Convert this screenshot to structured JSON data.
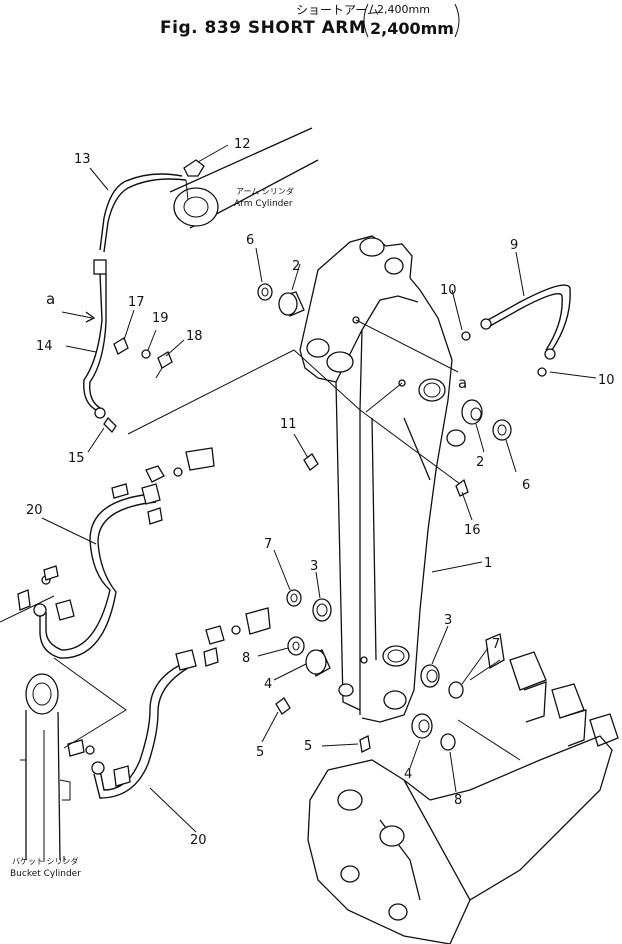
{
  "title": {
    "jp": "ショートアーム",
    "figure": "Fig. 839 SHORT ARM",
    "spec_small": "2,400mm",
    "spec": "2,400mm"
  },
  "captions": {
    "arm_cylinder_jp": "アーム シリンダ",
    "arm_cylinder": "Arm Cylinder",
    "bucket_cylinder_jp": "バケット シリンダ",
    "bucket_cylinder": "Bucket Cylinder"
  },
  "callouts": {
    "p1": "1",
    "p2a": "2",
    "p2b": "2",
    "p3a": "3",
    "p3b": "3",
    "p4a": "4",
    "p4b": "4",
    "p5a": "5",
    "p5b": "5",
    "p6a": "6",
    "p6b": "6",
    "p7a": "7",
    "p7b": "7",
    "p8a": "8",
    "p8b": "8",
    "p9": "9",
    "p10a": "10",
    "p10b": "10",
    "p11": "11",
    "p12": "12",
    "p13": "13",
    "p14": "14",
    "p15": "15",
    "p16": "16",
    "p17": "17",
    "p18": "18",
    "p19": "19",
    "p20a": "20",
    "p20b": "20",
    "ref_a1": "a",
    "ref_a2": "a"
  }
}
